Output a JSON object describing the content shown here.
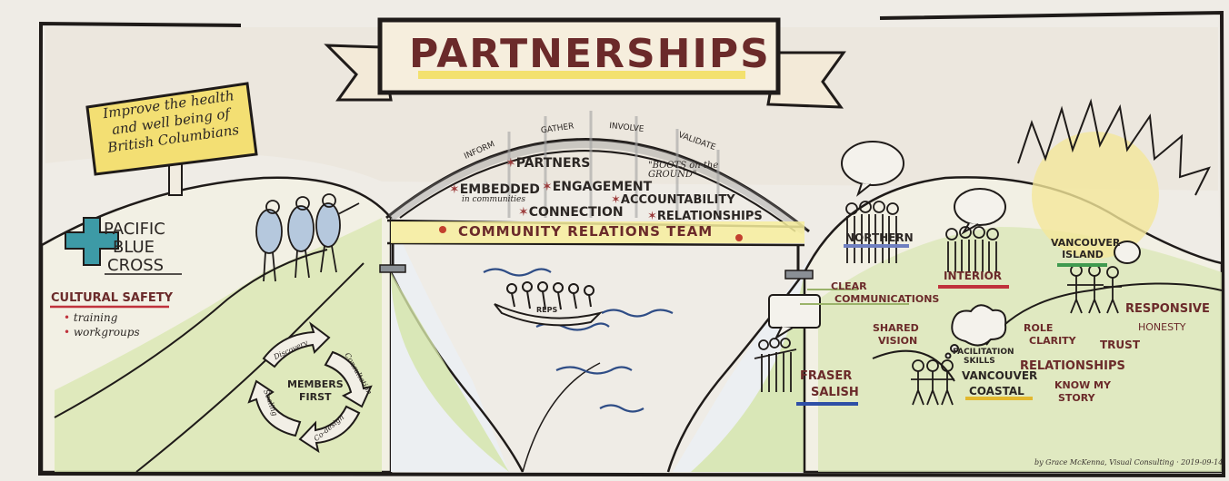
{
  "banner": {
    "title": "PARTNERSHIPS"
  },
  "sign": {
    "text": "Improve the health and well being of British Columbians"
  },
  "pbc": {
    "name_line1": "PACIFIC",
    "name_line2": "BLUE",
    "name_line3": "CROSS"
  },
  "cultural_safety": {
    "heading": "CULTURAL SAFETY",
    "items": [
      "training",
      "workgroups"
    ]
  },
  "cycle": {
    "center_line1": "MEMBERS",
    "center_line2": "FIRST",
    "arrows": [
      "Discovery",
      "Consultation",
      "Co-design",
      "Scaling"
    ]
  },
  "bridge": {
    "arch_words": [
      "INFORM",
      "GATHER",
      "INVOLVE",
      "VALIDATE"
    ],
    "team_label": "COMMUNITY RELATIONS TEAM",
    "items": [
      {
        "label": "PARTNERS"
      },
      {
        "label": "\"BOOTS on the GROUND\""
      },
      {
        "label": "EMBEDDED"
      },
      {
        "label": "in communities"
      },
      {
        "label": "ENGAGEMENT"
      },
      {
        "label": "ACCOUNTABILITY"
      },
      {
        "label": "CONNECTION"
      },
      {
        "label": "RELATIONSHIPS"
      }
    ]
  },
  "boat": {
    "label": "REPS"
  },
  "regions": {
    "northern": "NORTHERN",
    "interior": "INTERIOR",
    "vancouver_island": "VANCOUVER ISLAND",
    "fraser_salish_line1": "FRASER",
    "fraser_salish_line2": "SALISH",
    "vancouver_coastal_line1": "VANCOUVER",
    "vancouver_coastal_line2": "COASTAL"
  },
  "values": {
    "clear_communications_line1": "CLEAR",
    "clear_communications_line2": "COMMUNICATIONS",
    "shared_vision_line1": "SHARED",
    "shared_vision_line2": "VISION",
    "facilitation_skills_line1": "FACILITATION",
    "facilitation_skills_line2": "SKILLS",
    "role_clarity_line1": "ROLE",
    "role_clarity_line2": "CLARITY",
    "responsive": "RESPONSIVE",
    "honesty": "HONESTY",
    "trust": "TRUST",
    "relationships": "RELATIONSHIPS",
    "know_my_story_line1": "KNOW MY",
    "know_my_story_line2": "STORY"
  },
  "credit": {
    "text": "by Grace McKenna, Visual Consulting · 2019-09-14"
  },
  "colors": {
    "paper": "#efece6",
    "banner": "#f3ead8",
    "ink": "#2b2623",
    "maroon": "#6b2a2a",
    "cross": "#3d9aa6",
    "grass": "#cfe0a6",
    "water": "#dfe2ea",
    "wave": "#2f4d86",
    "yellow": "#f2de5a",
    "northern_underline": "#6f7fc0",
    "interior_underline": "#c0323c",
    "island_underline": "#3f9a4f",
    "fraser_underline": "#2e4fa6",
    "coastal_underline": "#e2b82e"
  }
}
